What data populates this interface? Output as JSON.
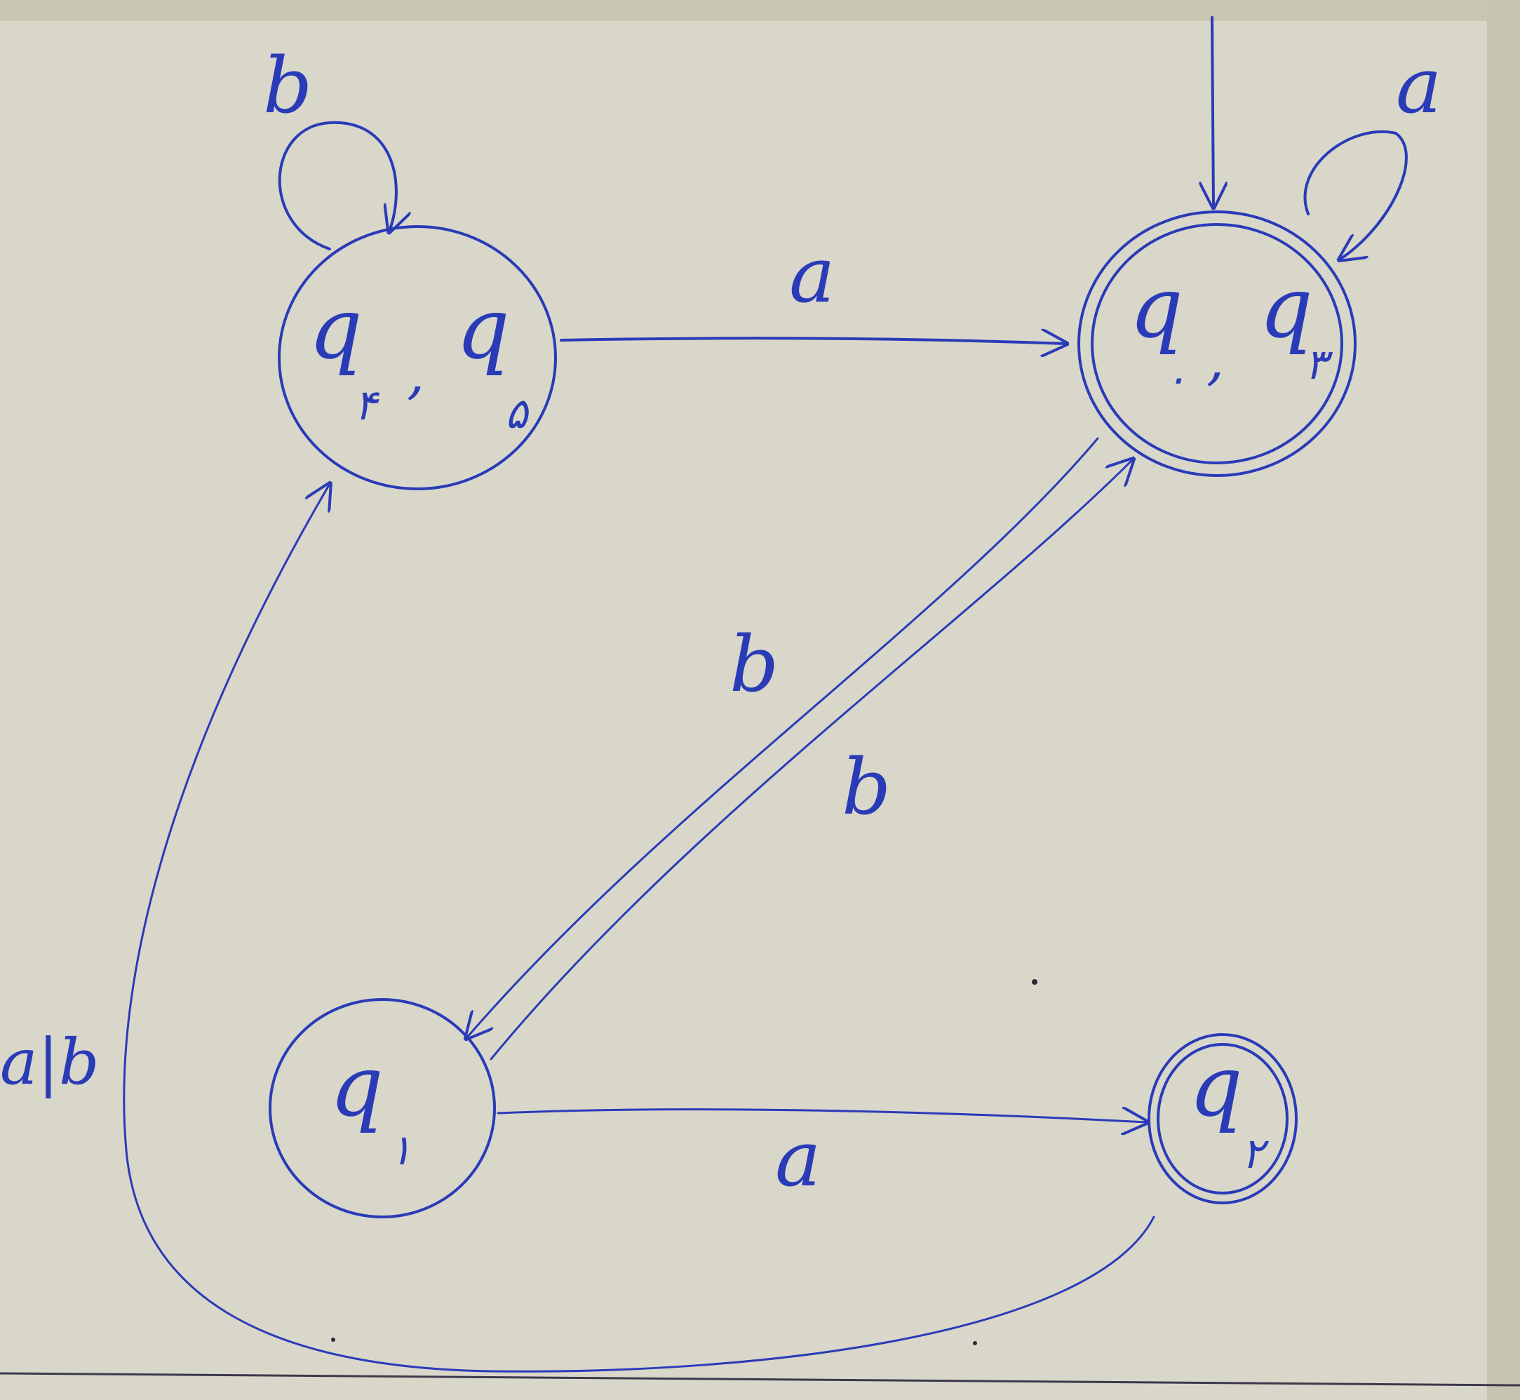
{
  "diagram": {
    "colors": {
      "ink": "#2a3bb8",
      "paper": "#d8d6c9"
    },
    "states": [
      {
        "id": "s24",
        "main_a": "q",
        "sub_a": "۴",
        "sep": ",",
        "main_b": "q",
        "sub_b": "۵",
        "accepting": false,
        "start": false
      },
      {
        "id": "s03",
        "main_a": "q",
        "sub_a": "۰",
        "sep": ",",
        "main_b": "q",
        "sub_b": "۳",
        "accepting": true,
        "start": true
      },
      {
        "id": "s1",
        "main_a": "q",
        "sub_a": "۱",
        "accepting": false,
        "start": false
      },
      {
        "id": "s2",
        "main_a": "q",
        "sub_a": "۲",
        "accepting": true,
        "start": false
      }
    ],
    "transitions": [
      {
        "from": "s24",
        "to": "s24",
        "label": "b"
      },
      {
        "from": "s03",
        "to": "s03",
        "label": "a"
      },
      {
        "from": "s24",
        "to": "s03",
        "label": "a"
      },
      {
        "from": "s03",
        "to": "s1",
        "label": "b"
      },
      {
        "from": "s1",
        "to": "s03",
        "label": "b"
      },
      {
        "from": "s1",
        "to": "s2",
        "label": "a"
      },
      {
        "from": "s2",
        "to": "s24",
        "label": "a|b"
      }
    ]
  }
}
